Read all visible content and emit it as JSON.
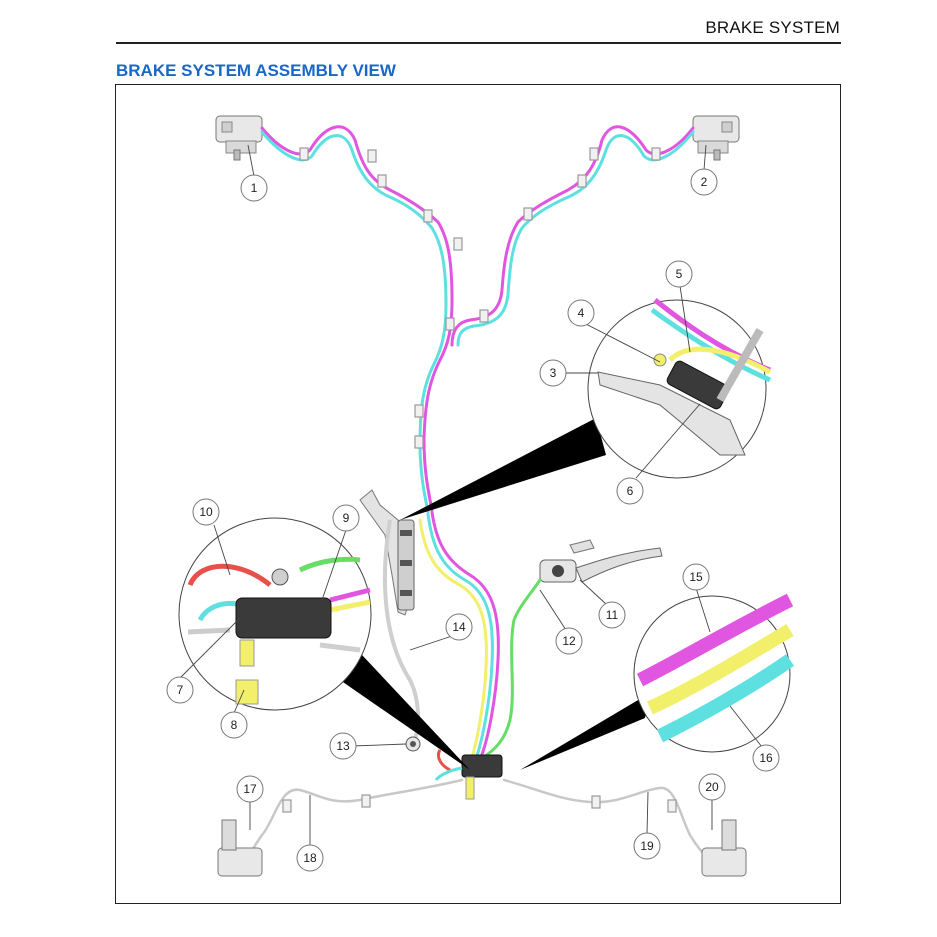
{
  "header": {
    "title": "BRAKE SYSTEM"
  },
  "section": {
    "title": "BRAKE SYSTEM ASSEMBLY VIEW"
  },
  "colors": {
    "section_title": "#1a67c6",
    "line_magenta": "#e056e0",
    "line_cyan": "#5fe0e0",
    "line_yellow": "#f2ef6a",
    "line_green": "#66dd66",
    "line_red": "#e8504a",
    "line_gray": "#bdbdbd"
  },
  "callouts": [
    "1",
    "2",
    "3",
    "4",
    "5",
    "6",
    "7",
    "8",
    "9",
    "10",
    "11",
    "12",
    "13",
    "14",
    "15",
    "16",
    "17",
    "18",
    "19",
    "20"
  ]
}
